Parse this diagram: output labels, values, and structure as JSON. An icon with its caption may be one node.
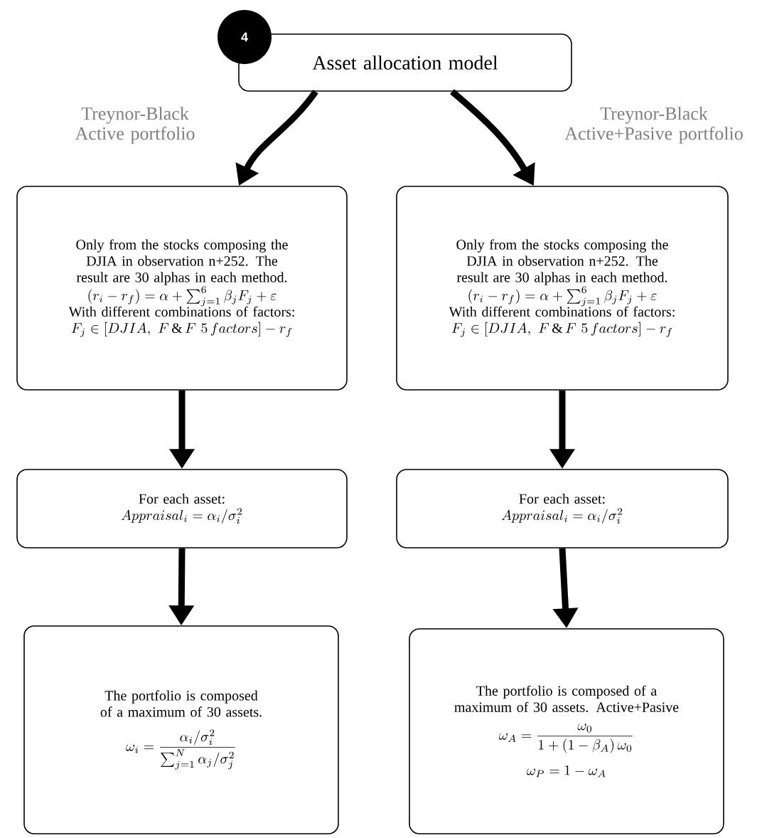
{
  "diagram": {
    "nodes": [
      {
        "text": [
          "4"
        ]
      },
      {
        "text": [
          "Asset allocation model"
        ]
      },
      {
        "text": [
          "Only from the stocks composing the DJIA in observation n+252. The result are 30 alphas in each method.",
          "\\left(r_i - r_f\\right) = \\alpha + \\textstyle\\sum_{j=1}^{6}\\beta_j F_j + \\varepsilon",
          "With different combinations of factors:",
          "F_j \\in \\left[DJIA,\\ F\\,\\&\\,F\\ 5\\,factors\\right] - r_f"
        ]
      },
      {
        "text": [
          "Only from the stocks composing the DJIA in observation n+252. The result are 30 alphas in each method.",
          "\\left(r_i - r_f\\right) = \\alpha + \\textstyle\\sum_{j=1}^{6}\\beta_j F_j + \\varepsilon",
          "With different combinations of factors:",
          "F_j \\in \\left[DJIA,\\ F\\,\\&\\,F\\ 5\\,factors\\right] - r_f"
        ]
      },
      {
        "text": [
          "For each asset:",
          "Appraisal_i = \\alpha_i / \\sigma_i^2"
        ]
      },
      {
        "text": [
          "For each asset:",
          "Appraisal_i = \\alpha_i / \\sigma_i^2"
        ]
      },
      {
        "text": [
          "The portfolio is composed of a maximum of 30 assets.",
          "\\omega_i = \\frac{\\alpha_i/\\sigma_i^2}{\\sum_{j=1}^{N}\\alpha_j/\\sigma_j^2}"
        ]
      },
      {
        "text": [
          "The portfolio is composed of a maximum of 30 assets. Active+Pasive",
          "\\omega_A = \\frac{\\omega_0}{1+\\left(1-\\beta_A\\right)\\omega_0}",
          "\\omega_P = 1-\\omega_A"
        ]
      }
    ],
    "edges": [
      {
        "from": 1,
        "to": 2,
        "arrow": "to",
        "label": "Treynor-Black Active portfolio"
      },
      {
        "from": 1,
        "to": 3,
        "arrow": "to",
        "label": "Treynor-Black Active+Pasive portfolio"
      },
      {
        "from": 2,
        "to": 4,
        "arrow": "to"
      },
      {
        "from": 3,
        "to": 5,
        "arrow": "to"
      },
      {
        "from": 4,
        "to": 6,
        "arrow": "to"
      },
      {
        "from": 5,
        "to": 7,
        "arrow": "to"
      }
    ]
  }
}
